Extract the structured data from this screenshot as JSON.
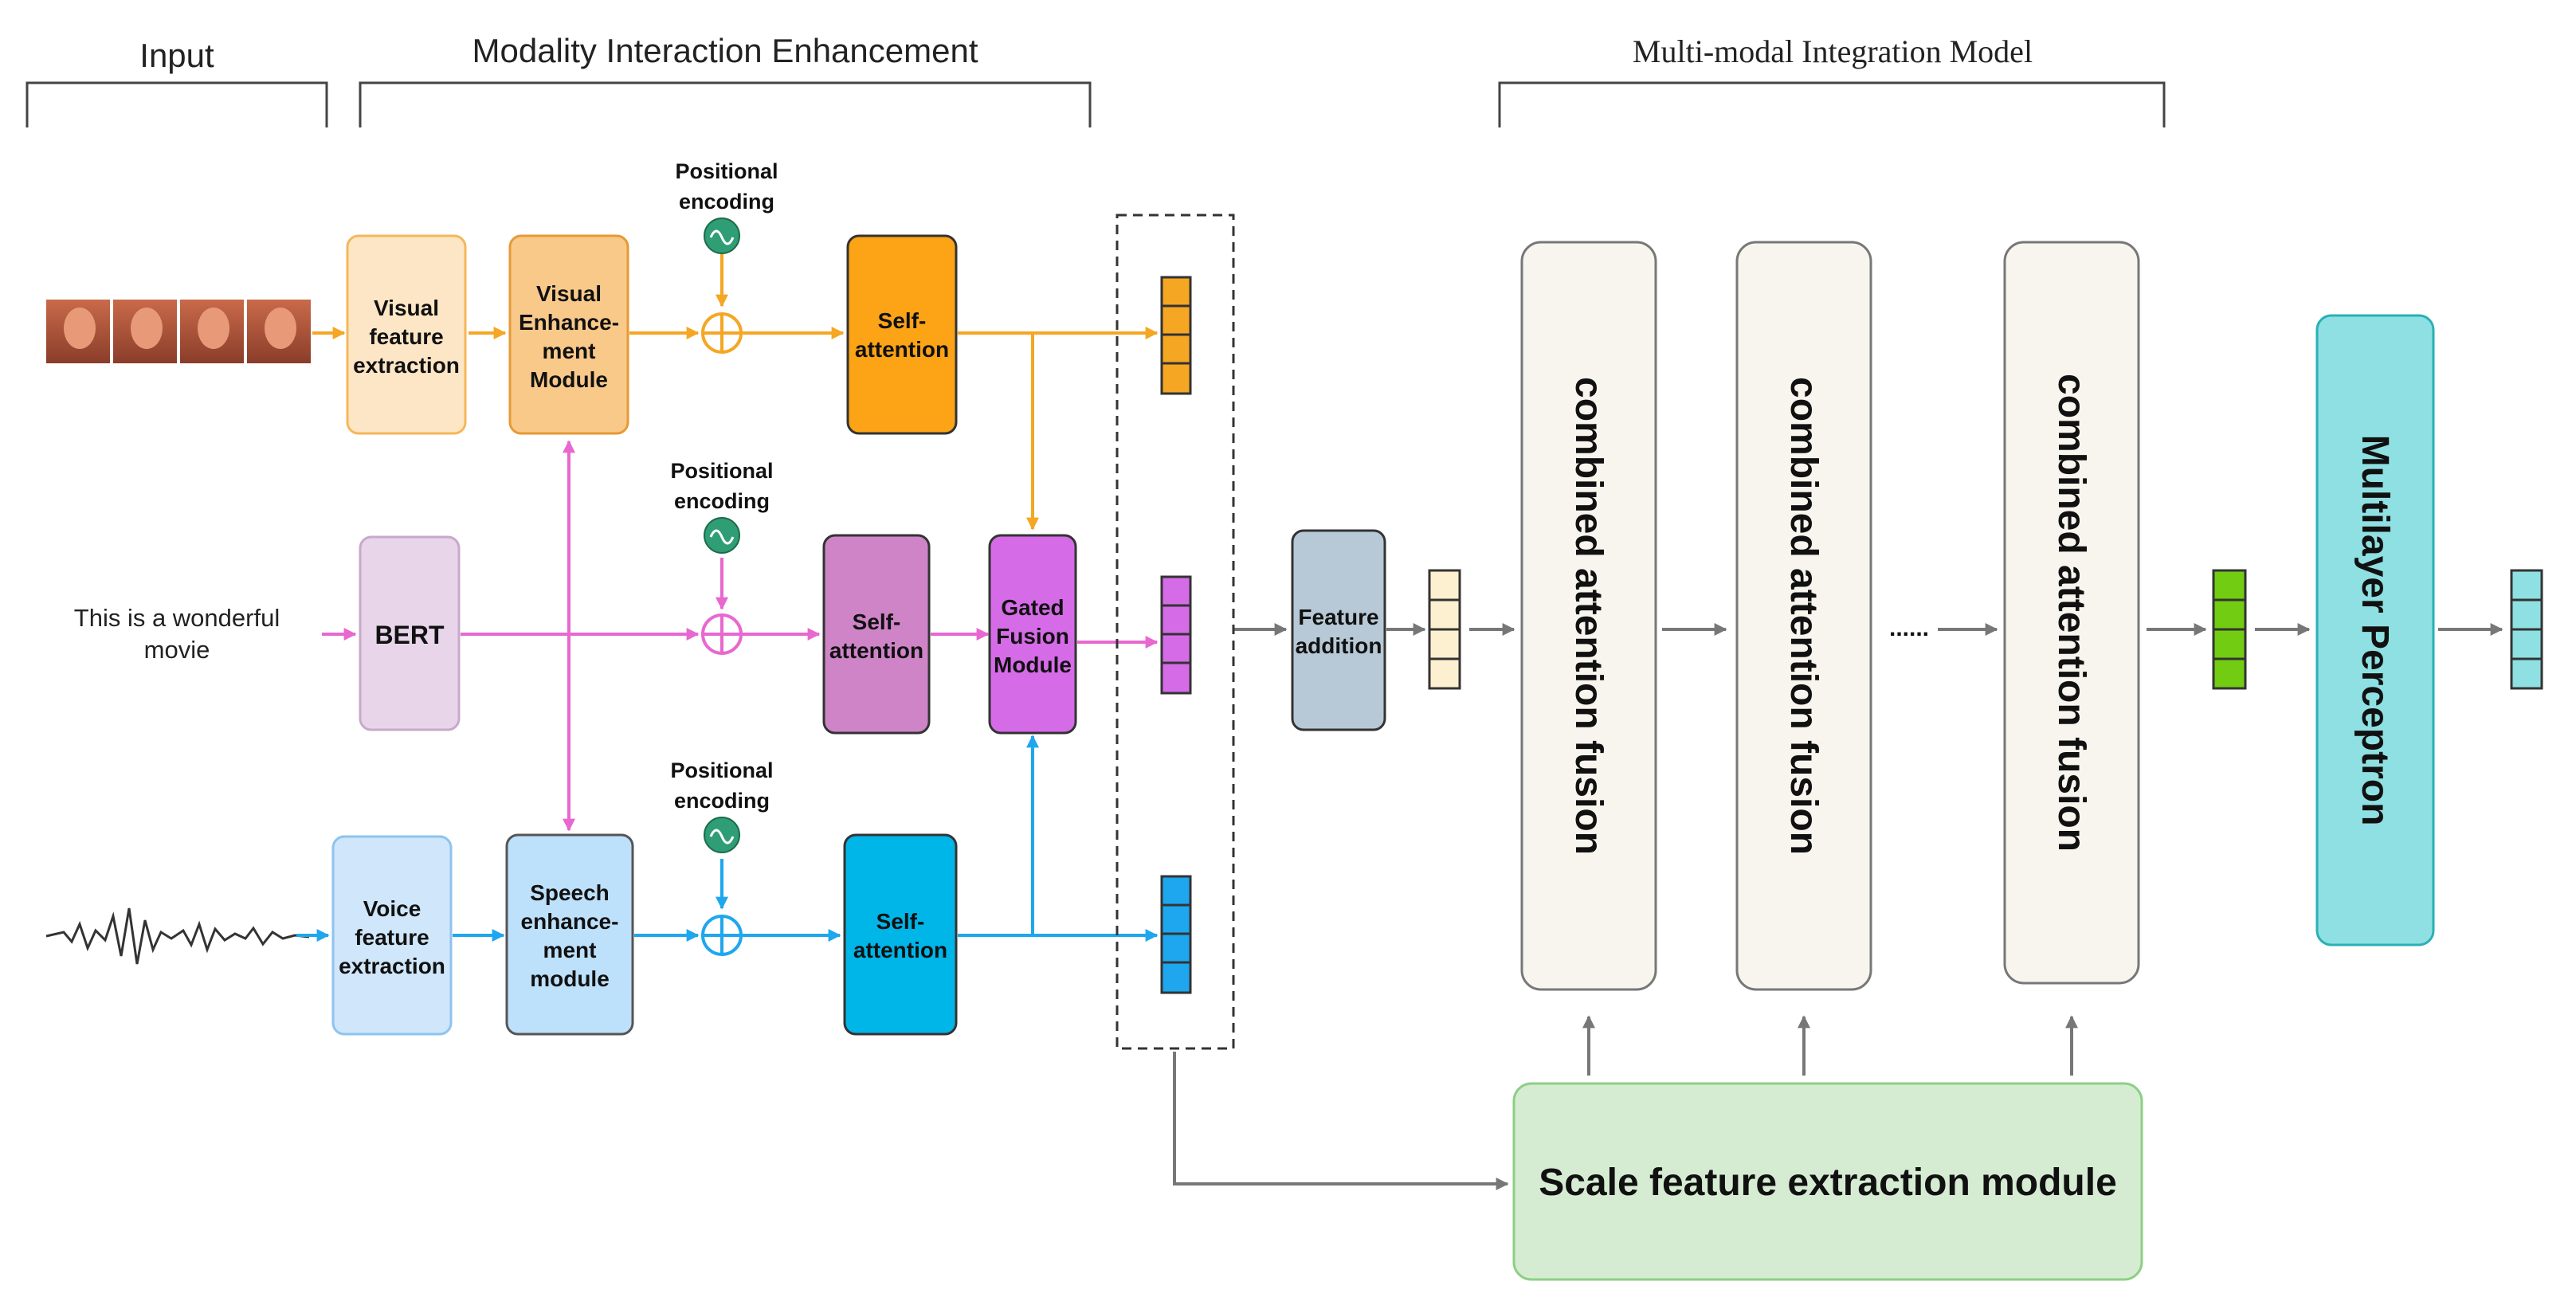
{
  "headers": {
    "input": "Input",
    "modality": "Modality Interaction Enhancement",
    "integration": "Multi-modal Integration Model"
  },
  "inputs": {
    "text_line1": "This is a wonderful",
    "text_line2": "movie"
  },
  "positional": {
    "line1": "Positional",
    "line2": "encoding"
  },
  "visual_row": {
    "extraction": [
      "Visual",
      "feature",
      "extraction"
    ],
    "enhancement": [
      "Visual",
      "Enhance-",
      "ment",
      "Module"
    ],
    "self_attention": [
      "Self-",
      "attention"
    ]
  },
  "text_row": {
    "bert": "BERT",
    "self_attention": [
      "Self-",
      "attention"
    ],
    "gated": [
      "Gated",
      "Fusion",
      "Module"
    ]
  },
  "speech_row": {
    "extraction": [
      "Voice",
      "feature",
      "extraction"
    ],
    "enhancement": [
      "Speech",
      "enhance-",
      "ment",
      "module"
    ],
    "self_attention": [
      "Self-",
      "attention"
    ]
  },
  "feature_addition": [
    "Feature",
    "addition"
  ],
  "fusion_label": "combined attention fusion",
  "dots": "......",
  "mlp": "Multilayer Perceptron",
  "scale_module": "Scale feature extraction module",
  "colors": {
    "visual": "#f5a623",
    "text": "#e868d0",
    "speech": "#1ea7ee",
    "grey_arrow": "#777777",
    "fusion_fill": "#f8f5ee",
    "mlp_fill": "#8fe0e2",
    "scale_fill": "#d5ecd2"
  }
}
